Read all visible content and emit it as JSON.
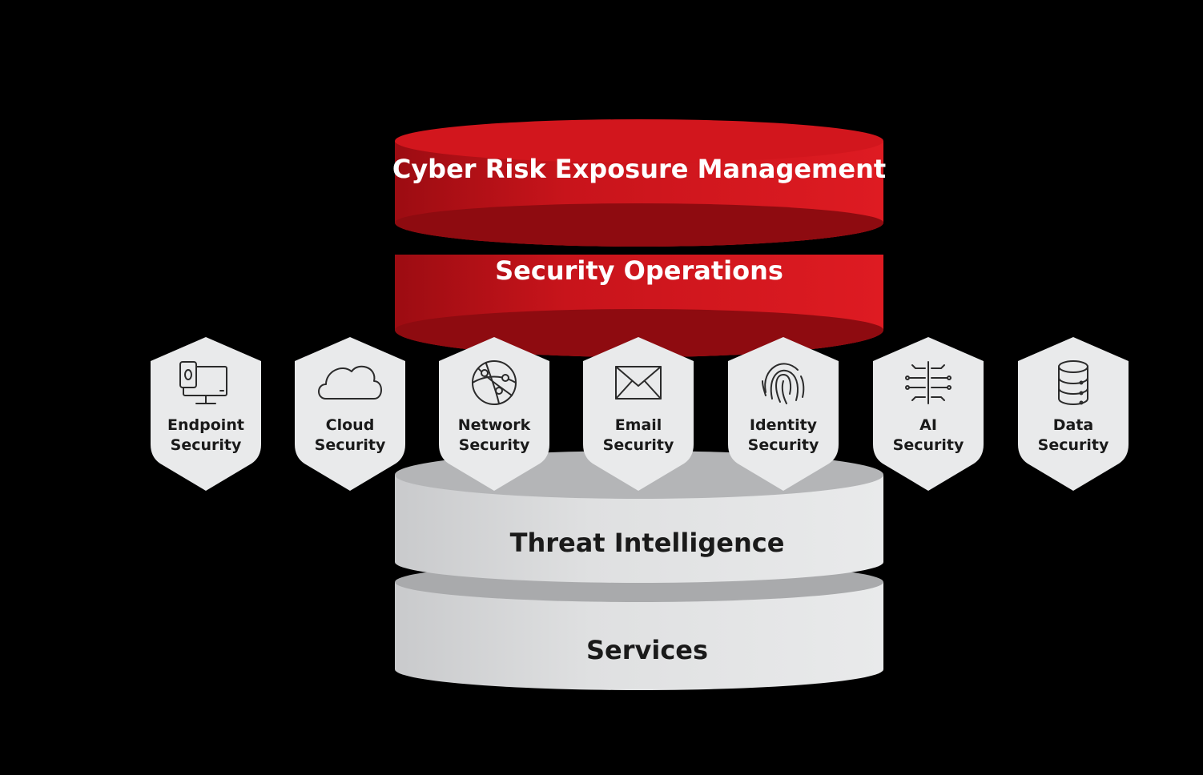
{
  "layers": [
    {
      "id": "cyber-risk",
      "label": "Cyber Risk Exposure Management",
      "color": "#d71920",
      "color_dark": "#8e0b10"
    },
    {
      "id": "security-ops",
      "label": "Security Operations",
      "color": "#d71920",
      "color_dark": "#8e0b10"
    },
    {
      "id": "threat-intel",
      "label": "Threat Intelligence",
      "color": "#e6e7e8",
      "color_dark": "#b4b5b7"
    },
    {
      "id": "services",
      "label": "Services",
      "color": "#e6e7e8",
      "color_dark": "#b4b5b7"
    }
  ],
  "shields": [
    {
      "id": "endpoint",
      "icon": "endpoint-devices-icon",
      "line1": "Endpoint",
      "line2": "Security"
    },
    {
      "id": "cloud",
      "icon": "cloud-icon",
      "line1": "Cloud",
      "line2": "Security"
    },
    {
      "id": "network",
      "icon": "network-globe-icon",
      "line1": "Network",
      "line2": "Security"
    },
    {
      "id": "email",
      "icon": "envelope-icon",
      "line1": "Email",
      "line2": "Security"
    },
    {
      "id": "identity",
      "icon": "fingerprint-icon",
      "line1": "Identity",
      "line2": "Security"
    },
    {
      "id": "ai",
      "icon": "circuit-chip-icon",
      "line1": "AI",
      "line2": "Security"
    },
    {
      "id": "data",
      "icon": "database-icon",
      "line1": "Data",
      "line2": "Security"
    }
  ],
  "colors": {
    "background": "#000000",
    "shield_fill": "#e9eaeb",
    "light_text": "#ffffff",
    "dark_text": "#1a1a1a"
  }
}
